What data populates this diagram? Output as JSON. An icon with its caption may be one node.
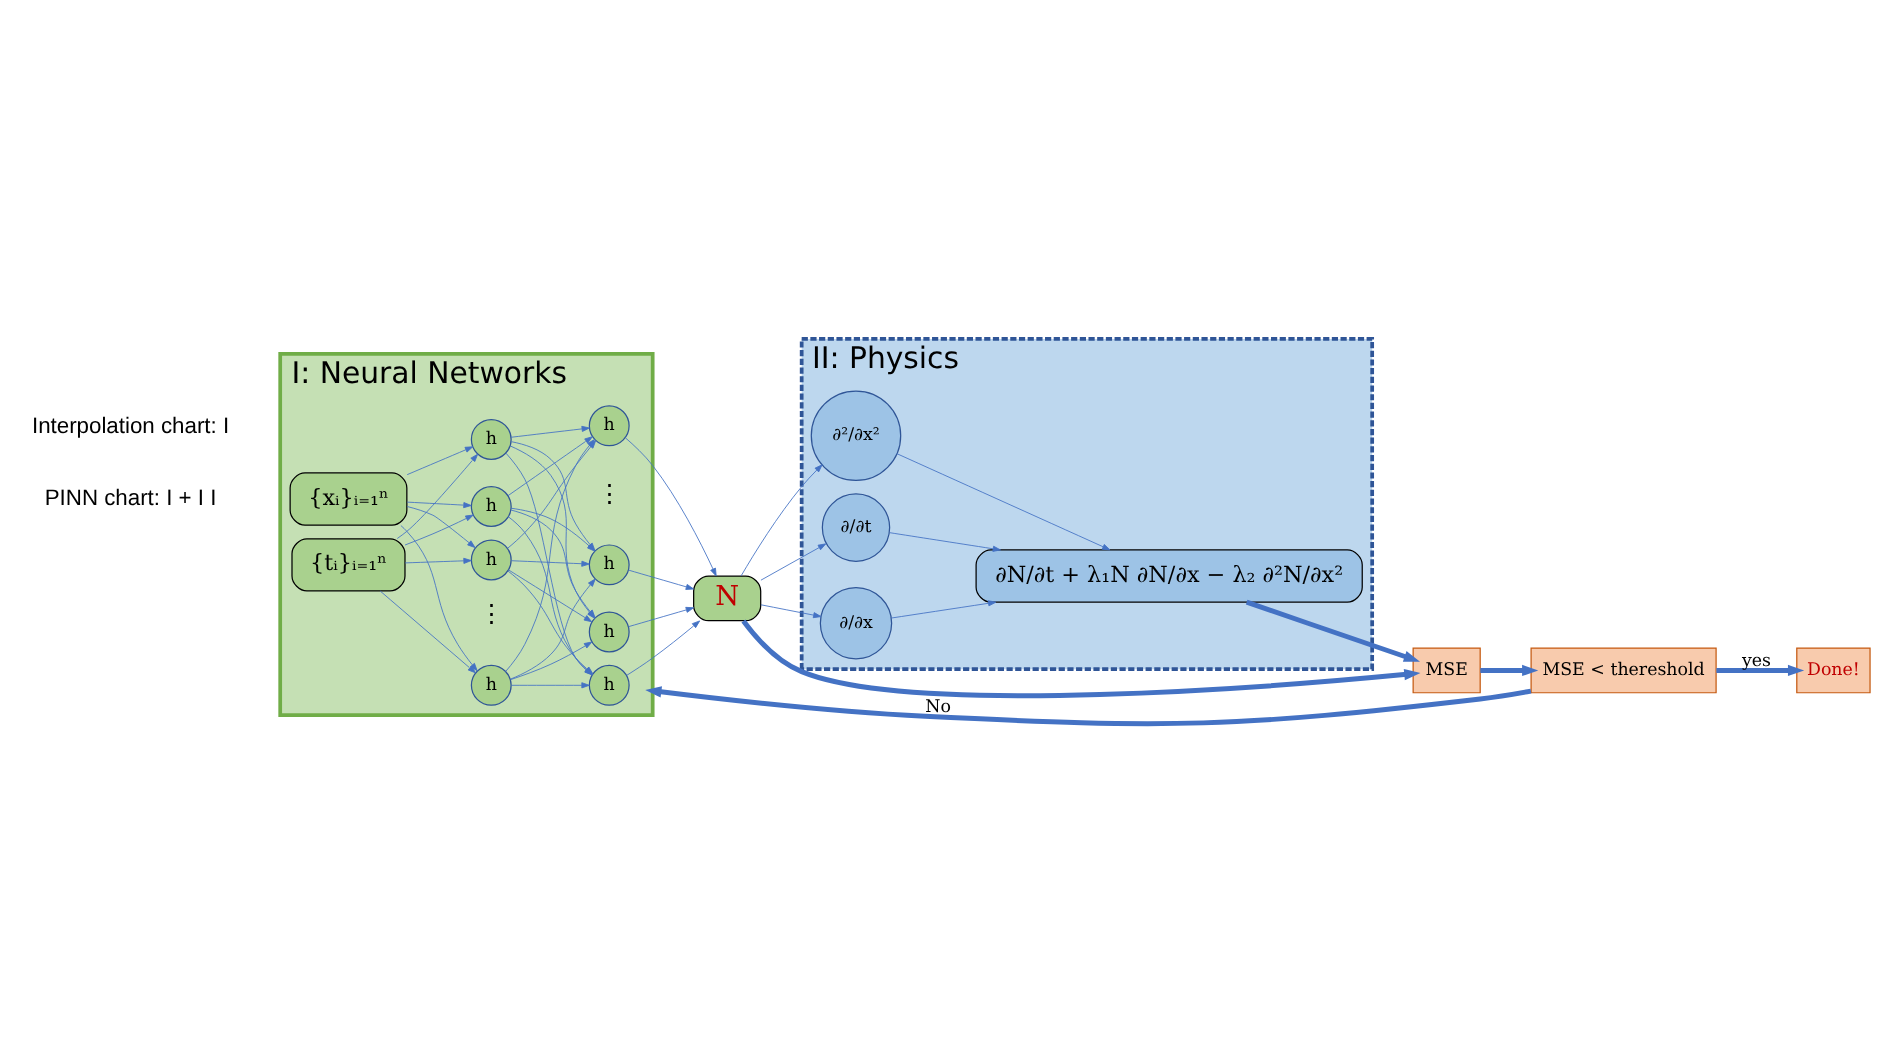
{
  "diagram": {
    "nodes": [
      {
        "text": [
          "I: Neural Networks"
        ]
      },
      {
        "text": [
          "II: Physics"
        ]
      },
      {
        "text": [
          "{xᵢ}ᵢ₌₁ⁿ"
        ],
        "in": 0
      },
      {
        "text": [
          "{tᵢ}ᵢ₌₁ⁿ"
        ],
        "in": 0
      },
      {
        "text": [
          "h"
        ],
        "in": 0
      },
      {
        "text": [
          "h"
        ],
        "in": 0
      },
      {
        "text": [
          "h"
        ],
        "in": 0
      },
      {
        "text": [
          "h"
        ],
        "in": 0
      },
      {
        "text": [
          "h"
        ],
        "in": 0
      },
      {
        "text": [
          "h"
        ],
        "in": 0
      },
      {
        "text": [
          "h"
        ],
        "in": 0
      },
      {
        "text": [
          "h"
        ],
        "in": 0
      },
      {
        "text": [
          "N"
        ]
      },
      {
        "text": [
          "∂/∂t"
        ],
        "in": 1
      },
      {
        "text": [
          "∂/∂x"
        ],
        "in": 1
      },
      {
        "text": [
          "∂²/∂x²"
        ],
        "in": 1
      },
      {
        "text": [
          "∂N/∂t + λ₁N ∂N/∂x − λ₂ ∂²N/∂x²"
        ],
        "in": 1
      },
      {
        "text": [
          "Done!"
        ]
      },
      {
        "text": [
          "MSE"
        ]
      },
      {
        "text": [
          "MSE < thereshold"
        ]
      }
    ],
    "edges": [
      {
        "from": 2,
        "to": 4,
        "arrow": "to"
      },
      {
        "from": 2,
        "to": 5,
        "arrow": "to"
      },
      {
        "from": 2,
        "to": 6,
        "arrow": "to"
      },
      {
        "from": 2,
        "to": 7,
        "arrow": "to"
      },
      {
        "from": 3,
        "to": 4,
        "arrow": "to"
      },
      {
        "from": 3,
        "to": 5,
        "arrow": "to"
      },
      {
        "from": 3,
        "to": 6,
        "arrow": "to"
      },
      {
        "from": 3,
        "to": 7,
        "arrow": "to"
      },
      {
        "from": 4,
        "to": 8,
        "arrow": "to"
      },
      {
        "from": 4,
        "to": 9,
        "arrow": "to"
      },
      {
        "from": 4,
        "to": 10,
        "arrow": "to"
      },
      {
        "from": 4,
        "to": 11,
        "arrow": "to"
      },
      {
        "from": 5,
        "to": 8,
        "arrow": "to"
      },
      {
        "from": 5,
        "to": 9,
        "arrow": "to"
      },
      {
        "from": 5,
        "to": 10,
        "arrow": "to"
      },
      {
        "from": 5,
        "to": 11,
        "arrow": "to"
      },
      {
        "from": 6,
        "to": 8,
        "arrow": "to"
      },
      {
        "from": 6,
        "to": 9,
        "arrow": "to"
      },
      {
        "from": 6,
        "to": 10,
        "arrow": "to"
      },
      {
        "from": 6,
        "to": 11,
        "arrow": "to"
      },
      {
        "from": 7,
        "to": 8,
        "arrow": "to"
      },
      {
        "from": 7,
        "to": 9,
        "arrow": "to"
      },
      {
        "from": 7,
        "to": 10,
        "arrow": "to"
      },
      {
        "from": 7,
        "to": 11,
        "arrow": "to"
      },
      {
        "from": 8,
        "to": 12,
        "arrow": "to"
      },
      {
        "from": 9,
        "to": 12,
        "arrow": "to"
      },
      {
        "from": 10,
        "to": 12,
        "arrow": "to"
      },
      {
        "from": 11,
        "to": 12,
        "arrow": "to"
      },
      {
        "from": 12,
        "to": 13,
        "arrow": "to"
      },
      {
        "from": 12,
        "to": 14,
        "arrow": "to"
      },
      {
        "from": 12,
        "to": 15,
        "arrow": "to"
      },
      {
        "from": 13,
        "to": 16,
        "arrow": "to"
      },
      {
        "from": 14,
        "to": 16,
        "arrow": "to"
      },
      {
        "from": 15,
        "to": 16,
        "arrow": "to"
      },
      {
        "from": 12,
        "to": 18,
        "arrow": "to",
        "style": "thick"
      },
      {
        "from": 16,
        "to": 18,
        "arrow": "to",
        "style": "thick"
      },
      {
        "from": 18,
        "to": 19,
        "arrow": "to",
        "style": "thick"
      },
      {
        "from": 19,
        "to": 0,
        "label": "No",
        "arrow": "to",
        "style": "thick"
      },
      {
        "from": 19,
        "to": 17,
        "label": "yes",
        "arrow": "to",
        "style": "thick"
      }
    ],
    "labels": [
      "Interpolation chart: I",
      "PINN chart: I + I I",
      "⋮",
      "⋮"
    ]
  }
}
